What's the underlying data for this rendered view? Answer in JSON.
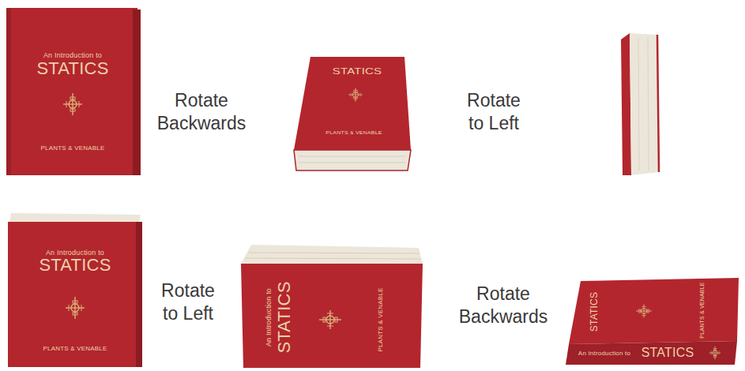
{
  "diagram": {
    "labels": [
      "An Introduction to",
      "STATICS",
      "PLANTS & VENABLE",
      "Rotate Backwards",
      "STATICS",
      "PLANTS & VENABLE",
      "Rotate to Left",
      "An Introduction to",
      "STATICS",
      "PLANTS & VENABLE",
      "Rotate to Left",
      "An Introduction to",
      "STATICS",
      "PLANTS & VENABLE",
      "Rotate Backwards",
      "STATICS",
      "PLANTS & VENABLE",
      "An Introduction to",
      "STATICS"
    ]
  }
}
